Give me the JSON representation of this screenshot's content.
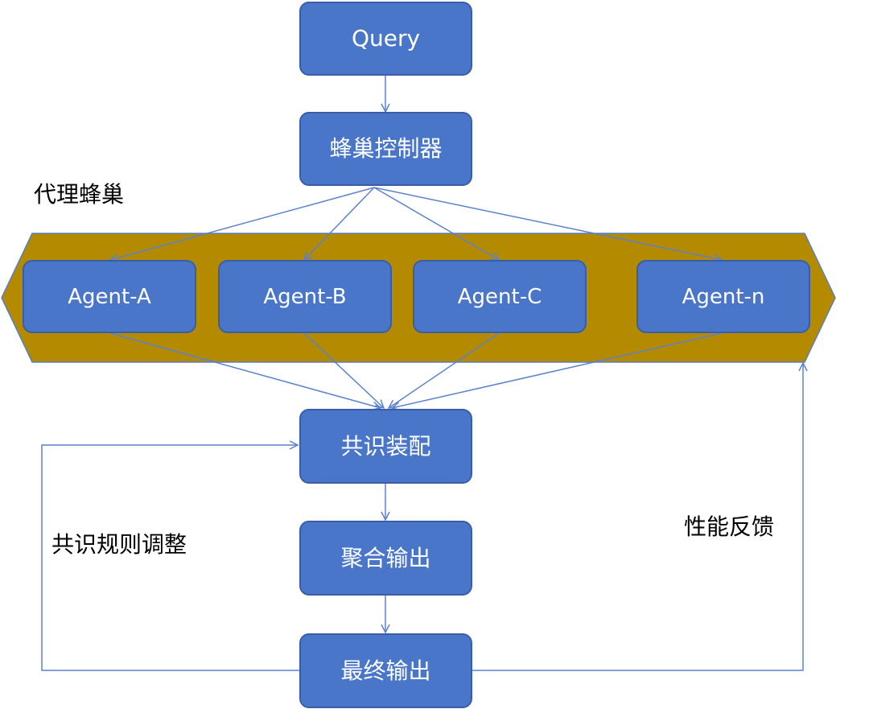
{
  "nodes": {
    "query": "Query",
    "controller": "蜂巢控制器",
    "agents": [
      "Agent-A",
      "Agent-B",
      "Agent-C",
      "Agent-n"
    ],
    "consensus": "共识装配",
    "aggregate": "聚合输出",
    "final": "最终输出"
  },
  "labels": {
    "hive": "代理蜂巢",
    "rule_adjust": "共识规则调整",
    "feedback": "性能反馈"
  },
  "colors": {
    "box_fill": "#4a76c9",
    "box_border": "#3a5ea6",
    "hive_fill": "#b38a00",
    "hive_border": "#5b7fbf",
    "arrow": "#5b82cf"
  }
}
